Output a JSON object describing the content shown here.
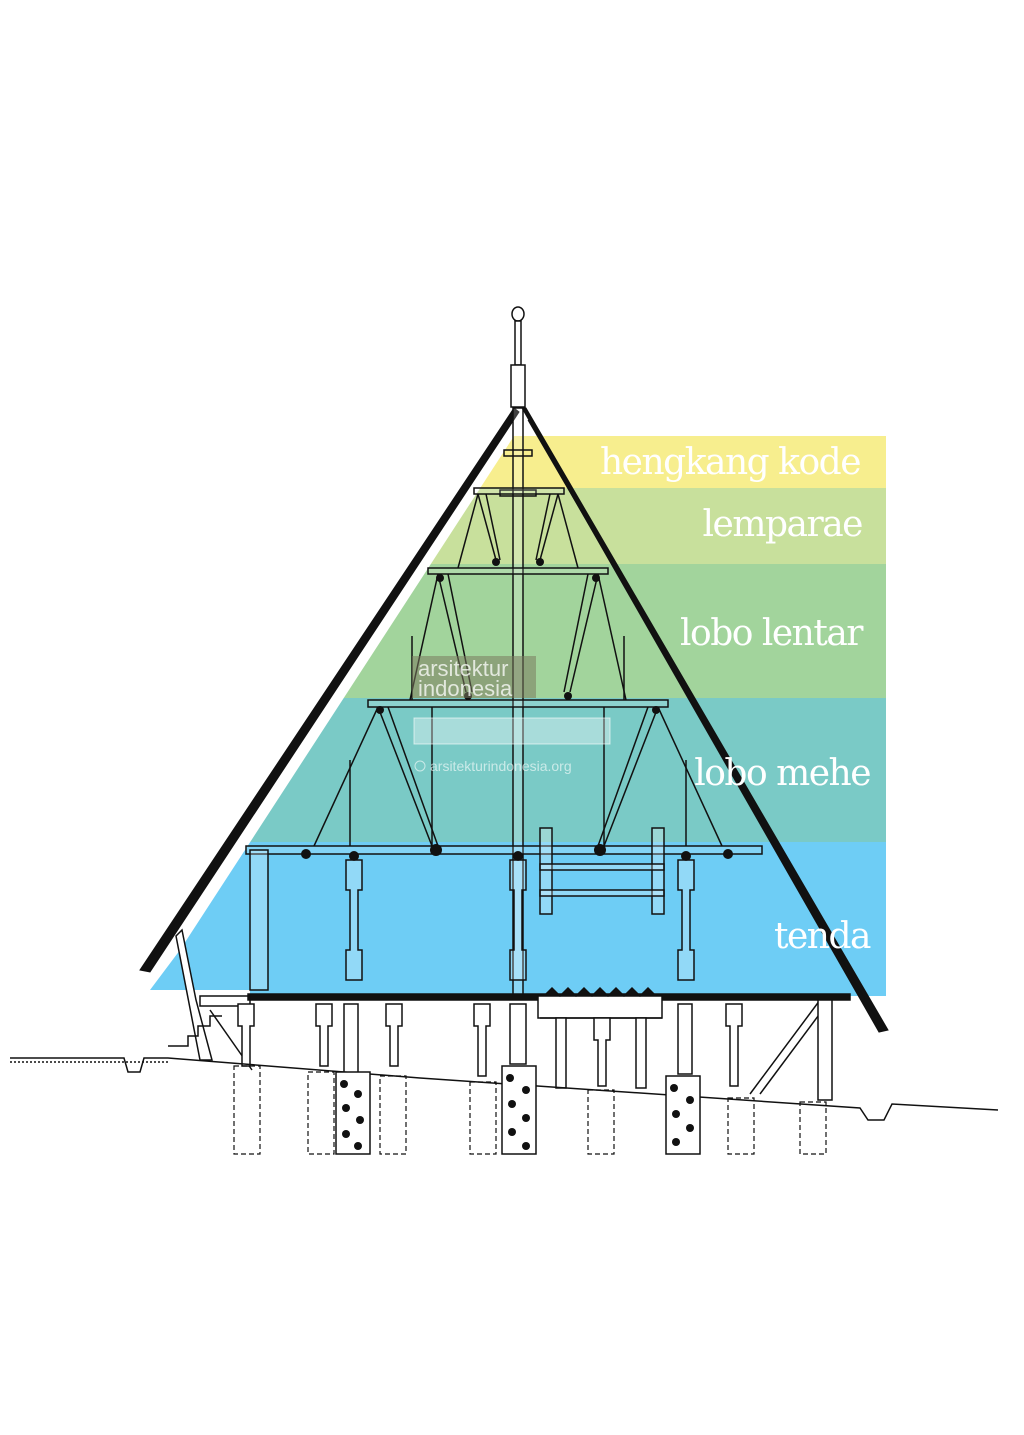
{
  "zones": [
    {
      "label": "hengkang kode",
      "color": "#f7ee8e"
    },
    {
      "label": "lemparae",
      "color": "#c8e09c"
    },
    {
      "label": "lobo lentar",
      "color": "#a2d49c"
    },
    {
      "label": "lobo mehe",
      "color": "#7acac6"
    },
    {
      "label": "tenda",
      "color": "#6ecdf5"
    }
  ],
  "watermark": {
    "line1": "arsitektur",
    "line2": "indonesia",
    "url": "arsitekturindonesia.org"
  },
  "colors": {
    "line": "#111111",
    "watermark_box": "#7a7a5e"
  }
}
